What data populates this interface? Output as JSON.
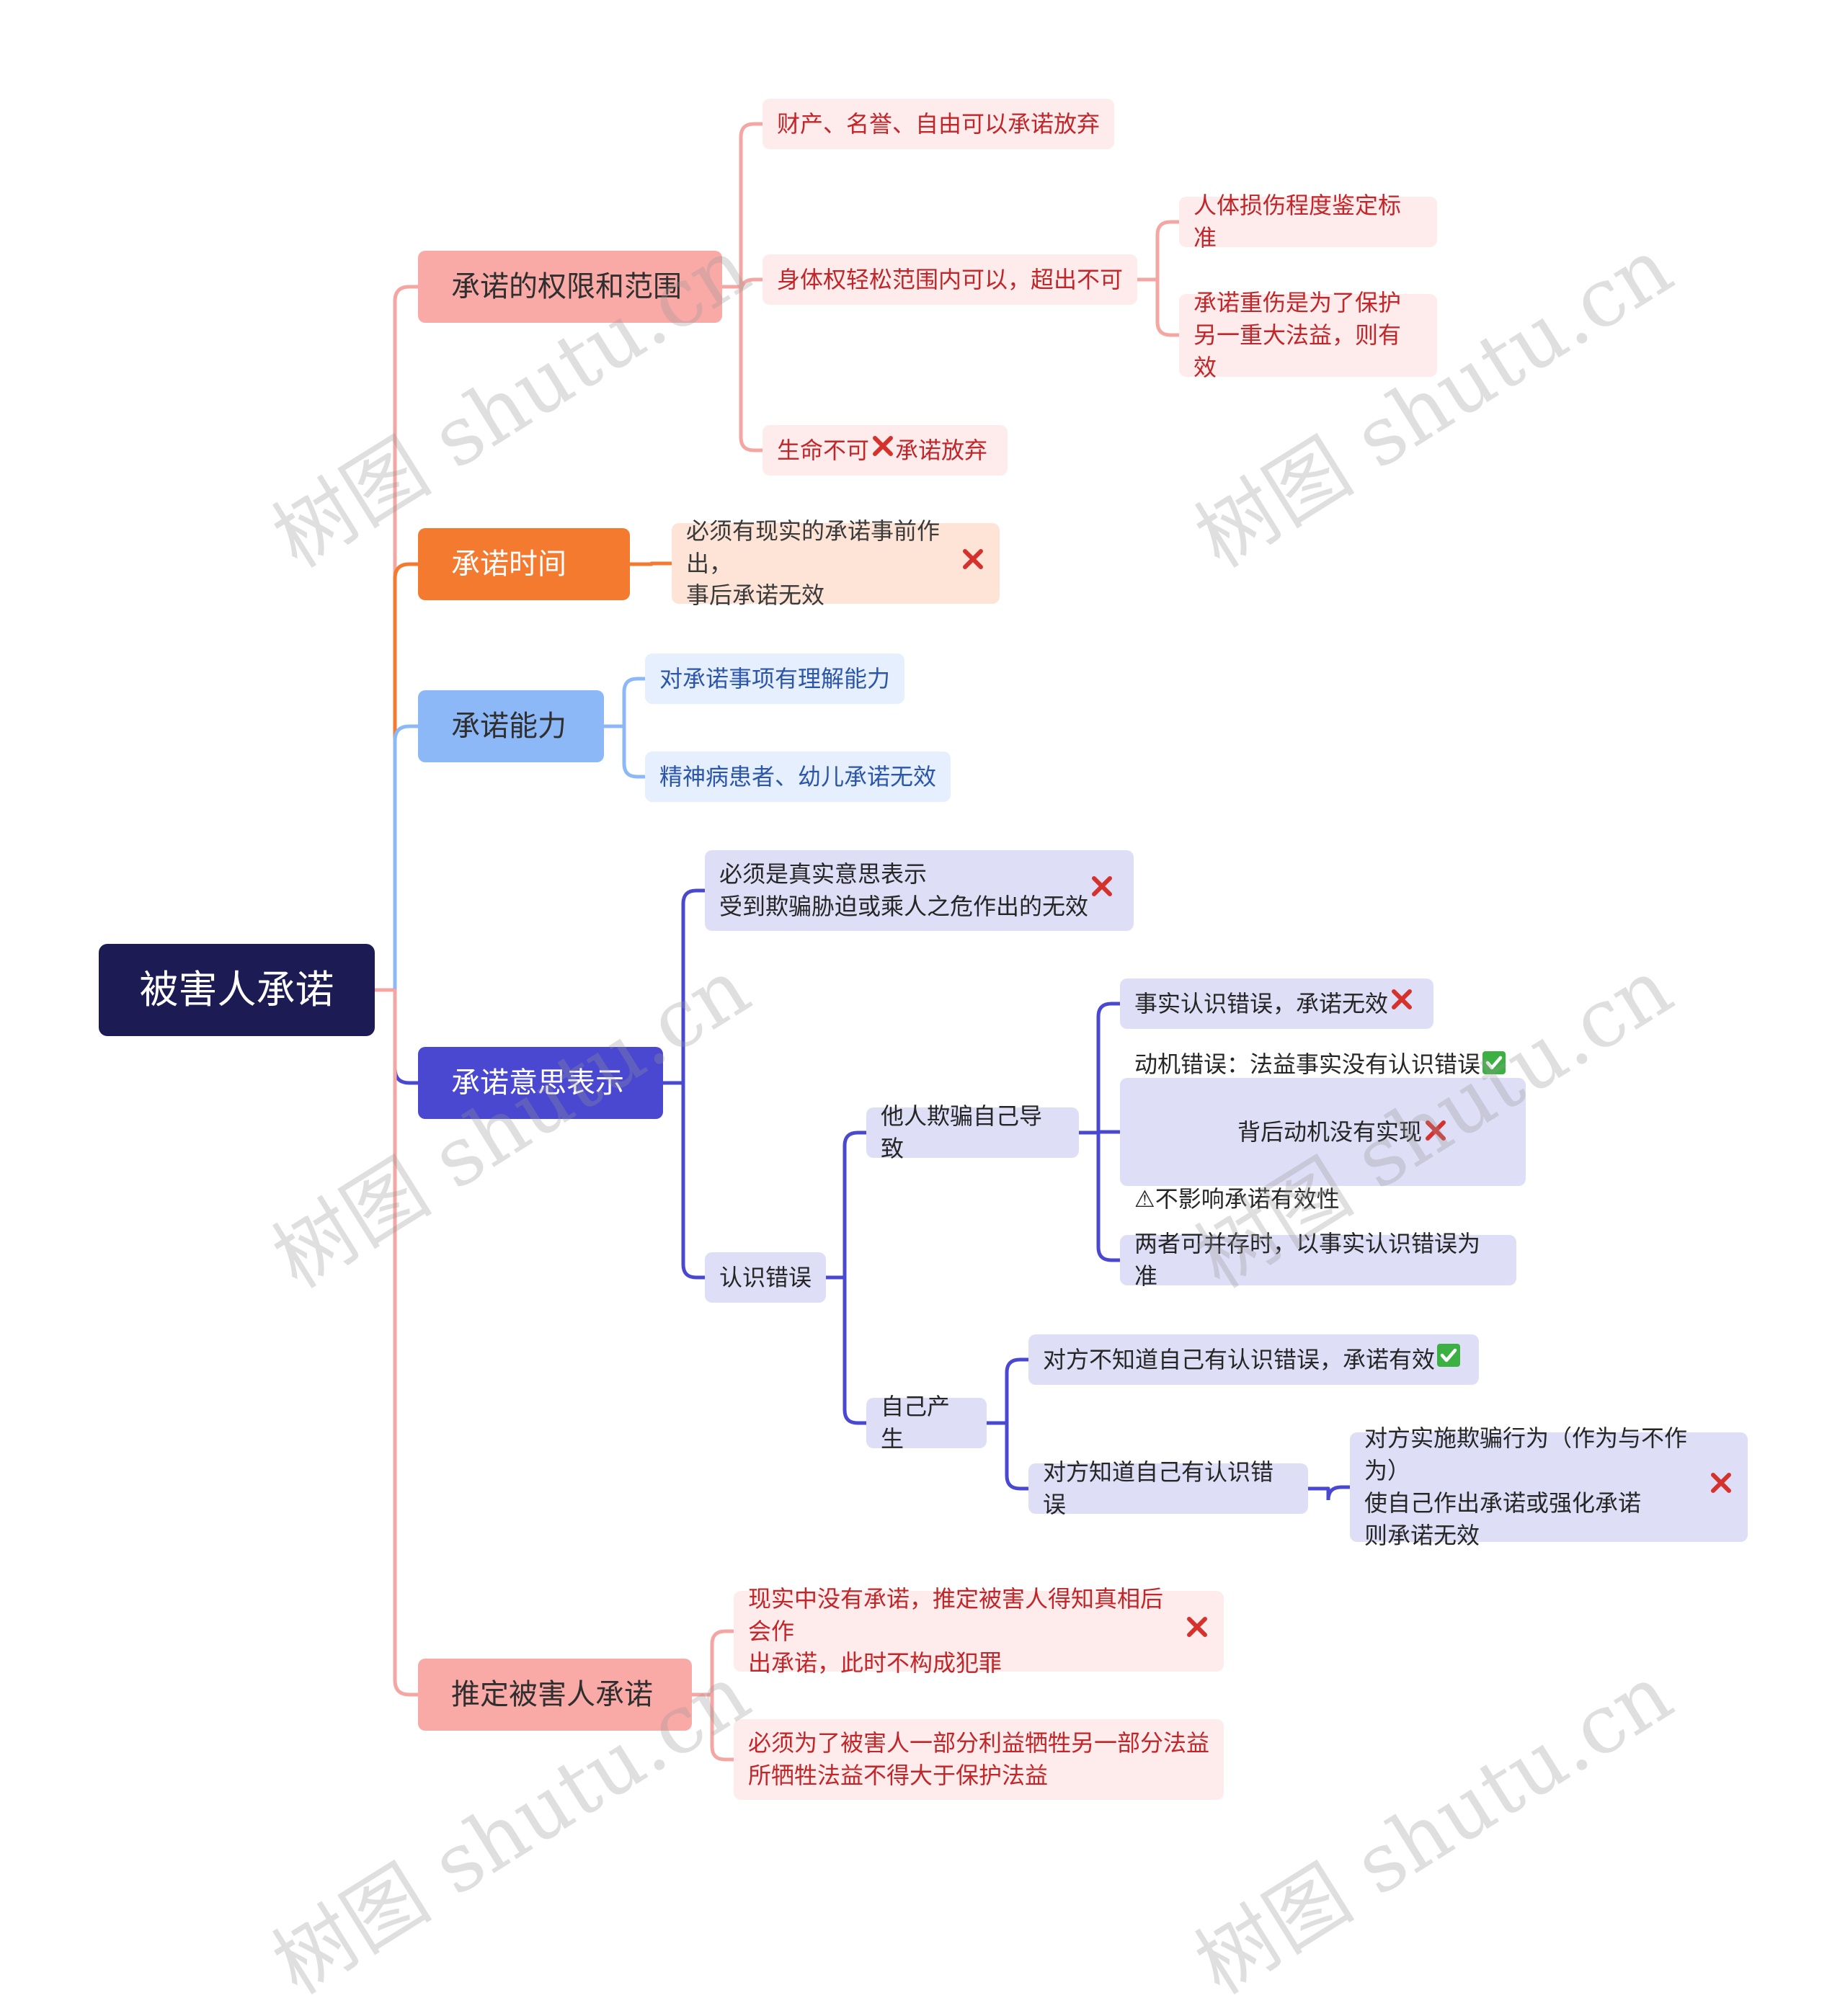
{
  "root": {
    "label": "被害人承诺"
  },
  "branches": [
    {
      "label": "承诺的权限和范围",
      "children": [
        {
          "label": "财产、名誉、自由可以承诺放弃"
        },
        {
          "label": "身体权轻松范围内可以，超出不可",
          "children": [
            {
              "label": "人体损伤程度鉴定标准"
            },
            {
              "label": "承诺重伤是为了保护\n另一重大法益，则有效"
            }
          ]
        },
        {
          "label_before": "生命不可",
          "icon": "cross-mark-icon",
          "label_after": "承诺放弃"
        }
      ]
    },
    {
      "label": "承诺时间",
      "children": [
        {
          "label_before": "必须有现实的承诺事前作出，\n事后承诺无效",
          "icon": "cross-mark-icon"
        }
      ]
    },
    {
      "label": "承诺能力",
      "children": [
        {
          "label": "对承诺事项有理解能力"
        },
        {
          "label": "精神病患者、幼儿承诺无效"
        }
      ]
    },
    {
      "label": "承诺意思表示",
      "children": [
        {
          "label_before": "必须是真实意思表示\n受到欺骗胁迫或乘人之危作出的无效",
          "icon": "cross-mark-icon"
        },
        {
          "label": "认识错误",
          "children": [
            {
              "label": "他人欺骗自己导致",
              "children": [
                {
                  "label_before": "事实认识错误，承诺无效",
                  "icon": "cross-mark-icon"
                },
                {
                  "line1": "动机错误：法益事实没有认识错误",
                  "line1_icon": "check-mark-icon",
                  "line2": "背后动机没有实现",
                  "line2_icon": "cross-mark-icon",
                  "line3": "⚠不影响承诺有效性"
                },
                {
                  "label": "两者可并存时，以事实认识错误为准"
                }
              ]
            },
            {
              "label": "自己产生",
              "children": [
                {
                  "label_before": "对方不知道自己有认识错误，承诺有效",
                  "icon": "check-mark-icon"
                },
                {
                  "label": "对方知道自己有认识错误",
                  "children": [
                    {
                      "label_before": "对方实施欺骗行为（作为与不作为）\n使自己作出承诺或强化承诺\n则承诺无效",
                      "icon": "cross-mark-icon"
                    }
                  ]
                }
              ]
            }
          ]
        }
      ]
    },
    {
      "label": "推定被害人承诺",
      "children": [
        {
          "label_before": "现实中没有承诺，推定被害人得知真相后会作\n出承诺，此时不构成犯罪",
          "icon": "cross-mark-icon"
        },
        {
          "label": "必须为了被害人一部分利益牺牲另一部分法益\n所牺牲法益不得大于保护法益"
        }
      ]
    }
  ],
  "watermark": "树图 shutu.cn",
  "colors": {
    "red": "#f4a6a3",
    "orange": "#f47a30",
    "blue": "#8db8f8",
    "indigo": "#4a48d0",
    "root": "#1c1b54"
  }
}
